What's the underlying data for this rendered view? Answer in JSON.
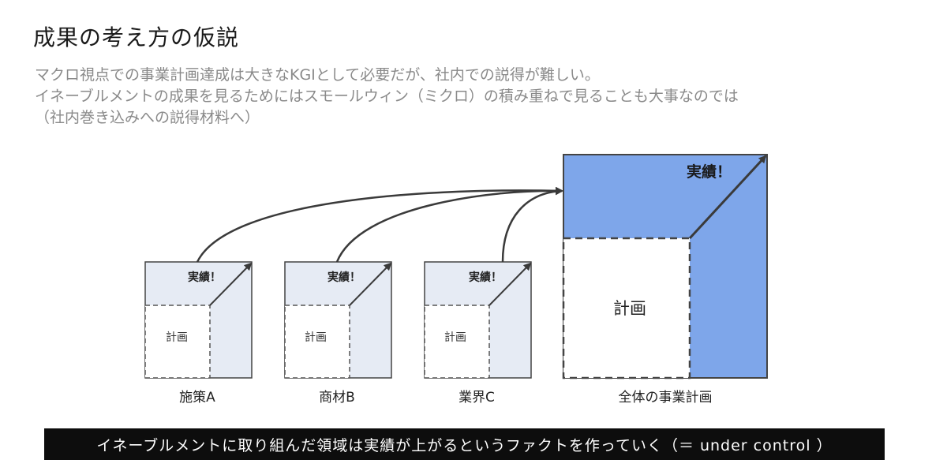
{
  "title": "成果の考え方の仮説",
  "subtitle": {
    "line1": "マクロ視点での事業計画達成は大きなKGIとして必要だが、社内での説得が難しい。",
    "line2": "イネーブルメントの成果を見るためにはスモールウィン（ミクロ）の積み重ねで見ることも大事なのでは",
    "line3": "（社内巻き込みへの説得材料へ）"
  },
  "small_boxes": [
    {
      "actual_label": "実績！",
      "plan_label": "計画",
      "caption": "施策A"
    },
    {
      "actual_label": "実績！",
      "plan_label": "計画",
      "caption": "商材B"
    },
    {
      "actual_label": "実績！",
      "plan_label": "計画",
      "caption": "業界C"
    }
  ],
  "large_box": {
    "actual_label": "実績！",
    "plan_label": "計画",
    "caption": "全体の事業計画"
  },
  "banner": "イネーブルメントに取り組んだ領域は実績が上がるというファクトを作っていく（＝ under control ）",
  "colors": {
    "small_fill": "#e6ebf4",
    "large_fill": "#7ea6ea",
    "border": "#444444",
    "banner_bg": "#0d0d0d"
  }
}
